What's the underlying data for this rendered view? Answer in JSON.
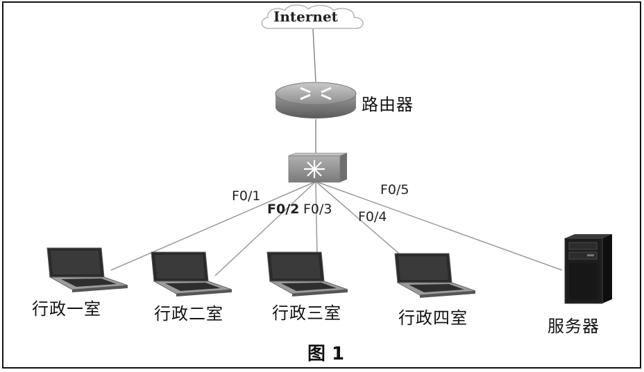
{
  "figure": {
    "caption": "图 1"
  },
  "nodes": {
    "internet": {
      "label": "Internet",
      "icon": "cloud-icon"
    },
    "router": {
      "label": "路由器",
      "icon": "router-icon"
    },
    "switch": {
      "icon": "switch-icon"
    },
    "office1": {
      "label": "行政一室",
      "icon": "laptop-icon"
    },
    "office2": {
      "label": "行政二室",
      "icon": "laptop-icon"
    },
    "office3": {
      "label": "行政三室",
      "icon": "laptop-icon"
    },
    "office4": {
      "label": "行政四室",
      "icon": "laptop-icon"
    },
    "server": {
      "label": "服务器",
      "icon": "server-icon"
    }
  },
  "ports": {
    "f01": "F0/1",
    "f02": "F0/2",
    "f03": "F0/3",
    "f04": "F0/4",
    "f05": "F0/5"
  },
  "links": [
    {
      "from": "internet",
      "to": "router"
    },
    {
      "from": "router",
      "to": "switch"
    },
    {
      "from": "switch",
      "to": "office1",
      "port": "F0/1"
    },
    {
      "from": "switch",
      "to": "office2",
      "port": "F0/2"
    },
    {
      "from": "switch",
      "to": "office3",
      "port": "F0/3"
    },
    {
      "from": "switch",
      "to": "office4",
      "port": "F0/4"
    },
    {
      "from": "switch",
      "to": "server",
      "port": "F0/5"
    }
  ]
}
